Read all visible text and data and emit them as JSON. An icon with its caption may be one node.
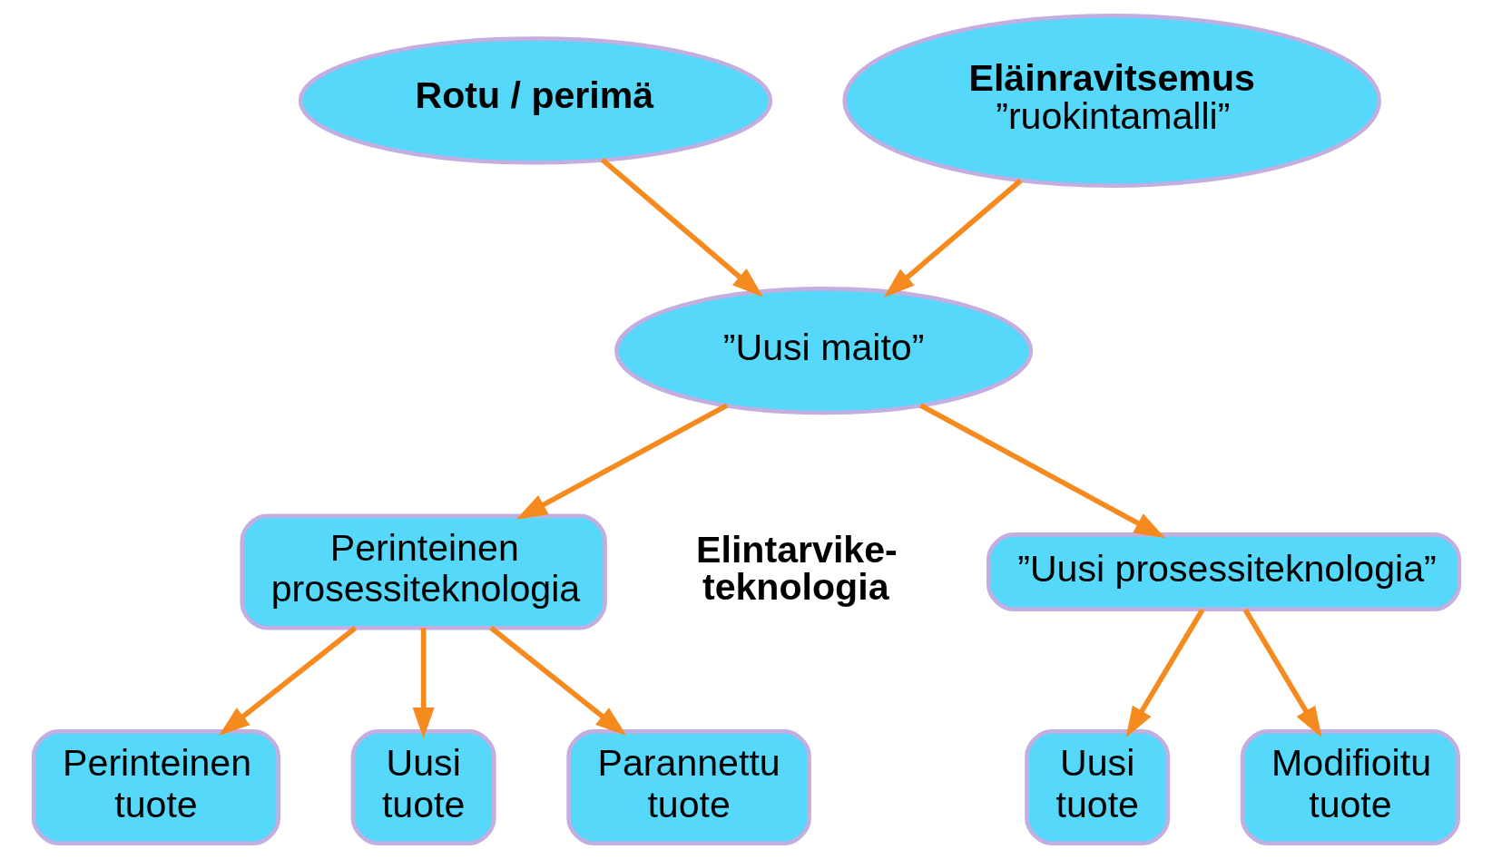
{
  "diagram": {
    "nodes": [
      {
        "text": [
          "Rotu / perimä"
        ]
      },
      {
        "text": [
          "Eläinravitsemus",
          "”ruokintamalli”"
        ]
      },
      {
        "text": [
          "”Uusi maito”"
        ]
      },
      {
        "text": [
          "Perinteinen prosessiteknologia"
        ]
      },
      {
        "text": [
          "”Uusi prosessiteknologia”"
        ]
      },
      {
        "text": [
          "Perinteinen tuote"
        ]
      },
      {
        "text": [
          "Uusi tuote"
        ]
      },
      {
        "text": [
          "Parannettu tuote"
        ]
      },
      {
        "text": [
          "Uusi tuote"
        ]
      },
      {
        "text": [
          "Modifioitu tuote"
        ]
      }
    ],
    "edges": [
      {
        "from": 0,
        "to": 2,
        "arrow": "to"
      },
      {
        "from": 1,
        "to": 2,
        "arrow": "to"
      },
      {
        "from": 2,
        "to": 3,
        "arrow": "to"
      },
      {
        "from": 2,
        "to": 4,
        "arrow": "to"
      },
      {
        "from": 3,
        "to": 5,
        "arrow": "to"
      },
      {
        "from": 3,
        "to": 6,
        "arrow": "to"
      },
      {
        "from": 3,
        "to": 7,
        "arrow": "to"
      },
      {
        "from": 4,
        "to": 8,
        "arrow": "to"
      },
      {
        "from": 4,
        "to": 9,
        "arrow": "to"
      }
    ],
    "labels": [
      "Elintarvike- teknologia"
    ]
  }
}
